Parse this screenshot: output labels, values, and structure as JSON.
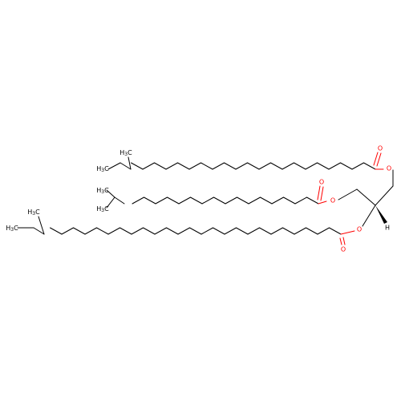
{
  "colors": {
    "bond": "#000000",
    "oxygen": "#ff0000",
    "background": "#ffffff"
  },
  "atoms": {
    "oxygen": "O",
    "hydrogen": "H",
    "methyl_h": "H",
    "methyl_c": "C",
    "methyl_sub": "3"
  }
}
